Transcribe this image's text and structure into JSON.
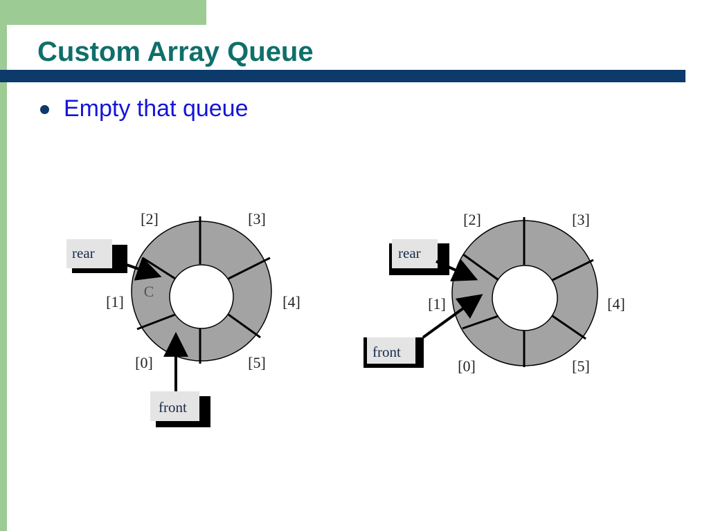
{
  "slide": {
    "title": "Custom Array Queue",
    "bullet": "Empty that queue"
  },
  "colors": {
    "title": "#0f6f6a",
    "bar": "#0c3a6b",
    "bullet_text": "#1515d6",
    "accent_green": "#9ccc94",
    "ring_fill": "#a3a3a3"
  },
  "diagrams": [
    {
      "slot_labels": [
        "[0]",
        "[1]",
        "[2]",
        "[3]",
        "[4]",
        "[5]"
      ],
      "slot_contents": [
        "",
        "C",
        "",
        "",
        "",
        ""
      ],
      "rear_label": "rear",
      "front_label": "front"
    },
    {
      "slot_labels": [
        "[0]",
        "[1]",
        "[2]",
        "[3]",
        "[4]",
        "[5]"
      ],
      "slot_contents": [
        "",
        "",
        "",
        "",
        "",
        ""
      ],
      "rear_label": "rear",
      "front_label": "front"
    }
  ]
}
